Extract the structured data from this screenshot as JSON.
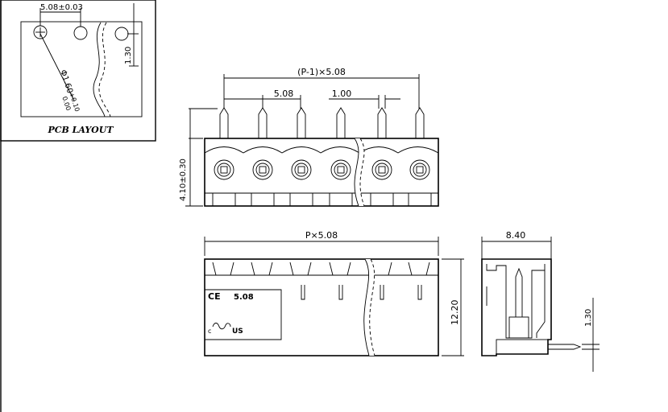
{
  "pcb_layout": {
    "title": "PCB LAYOUT",
    "pitch": "5.08±0.03",
    "hole_dia": "Φ1.60",
    "hole_tol_upper": "+0.10",
    "hole_tol_lower": "0.00",
    "offset": "1.30"
  },
  "front_view": {
    "overall_pitch": "(P-1)×5.08",
    "pitch": "5.08",
    "pin_width": "1.00",
    "pin_height": "4.10±0.30"
  },
  "bottom_view": {
    "length": "P×5.08",
    "height": "12.20",
    "marking_pitch": "5.08",
    "ce_mark": "CE",
    "ul_mark": "US",
    "ul_prefix": "c"
  },
  "side_view": {
    "depth": "8.40",
    "pin_offset": "1.30"
  }
}
